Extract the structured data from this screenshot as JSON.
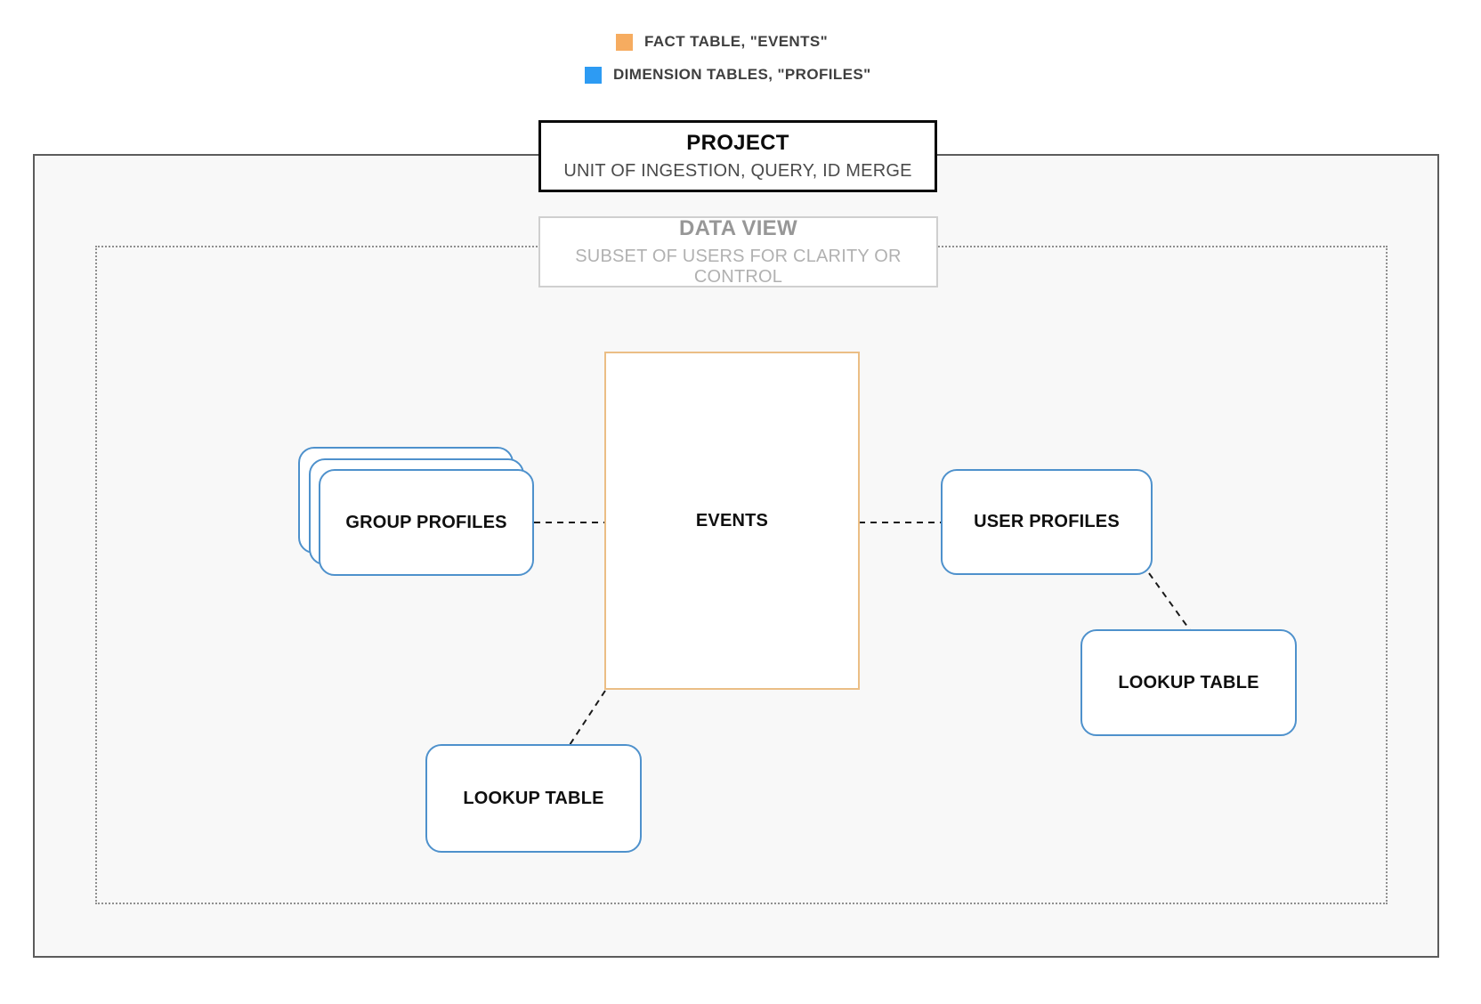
{
  "legend": {
    "items": [
      {
        "id": "fact-table",
        "label": "FACT TABLE, \"EVENTS\"",
        "color": "#F6AC60"
      },
      {
        "id": "dimension-tables",
        "label": "DIMENSION TABLES, \"PROFILES\"",
        "color": "#2D9BF3"
      }
    ]
  },
  "project": {
    "title": "PROJECT",
    "subtitle": "UNIT OF INGESTION, QUERY, ID MERGE"
  },
  "data_view": {
    "title": "DATA VIEW",
    "subtitle": "SUBSET OF USERS FOR CLARITY OR CONTROL"
  },
  "nodes": {
    "events": {
      "label": "EVENTS",
      "type": "fact"
    },
    "group_profiles": {
      "label": "GROUP PROFILES",
      "type": "dimension",
      "stacked": true
    },
    "user_profiles": {
      "label": "USER PROFILES",
      "type": "dimension"
    },
    "lookup_table_right": {
      "label": "LOOKUP TABLE",
      "type": "dimension"
    },
    "lookup_table_bottom": {
      "label": "LOOKUP TABLE",
      "type": "dimension"
    }
  },
  "edges": [
    {
      "from": "group_profiles",
      "to": "events",
      "style": "dashed"
    },
    {
      "from": "events",
      "to": "user_profiles",
      "style": "dashed"
    },
    {
      "from": "user_profiles",
      "to": "lookup_table_right",
      "style": "dashed"
    },
    {
      "from": "events",
      "to": "lookup_table_bottom",
      "style": "dashed"
    }
  ],
  "colors": {
    "fact_border": "#EBBE85",
    "dimension_border": "#4E91CC",
    "outer_border": "#5C5C5C",
    "dotted_border": "#8F8F8F",
    "edge": "#1A1A1A",
    "canvas_fill": "#F8F8F8"
  }
}
